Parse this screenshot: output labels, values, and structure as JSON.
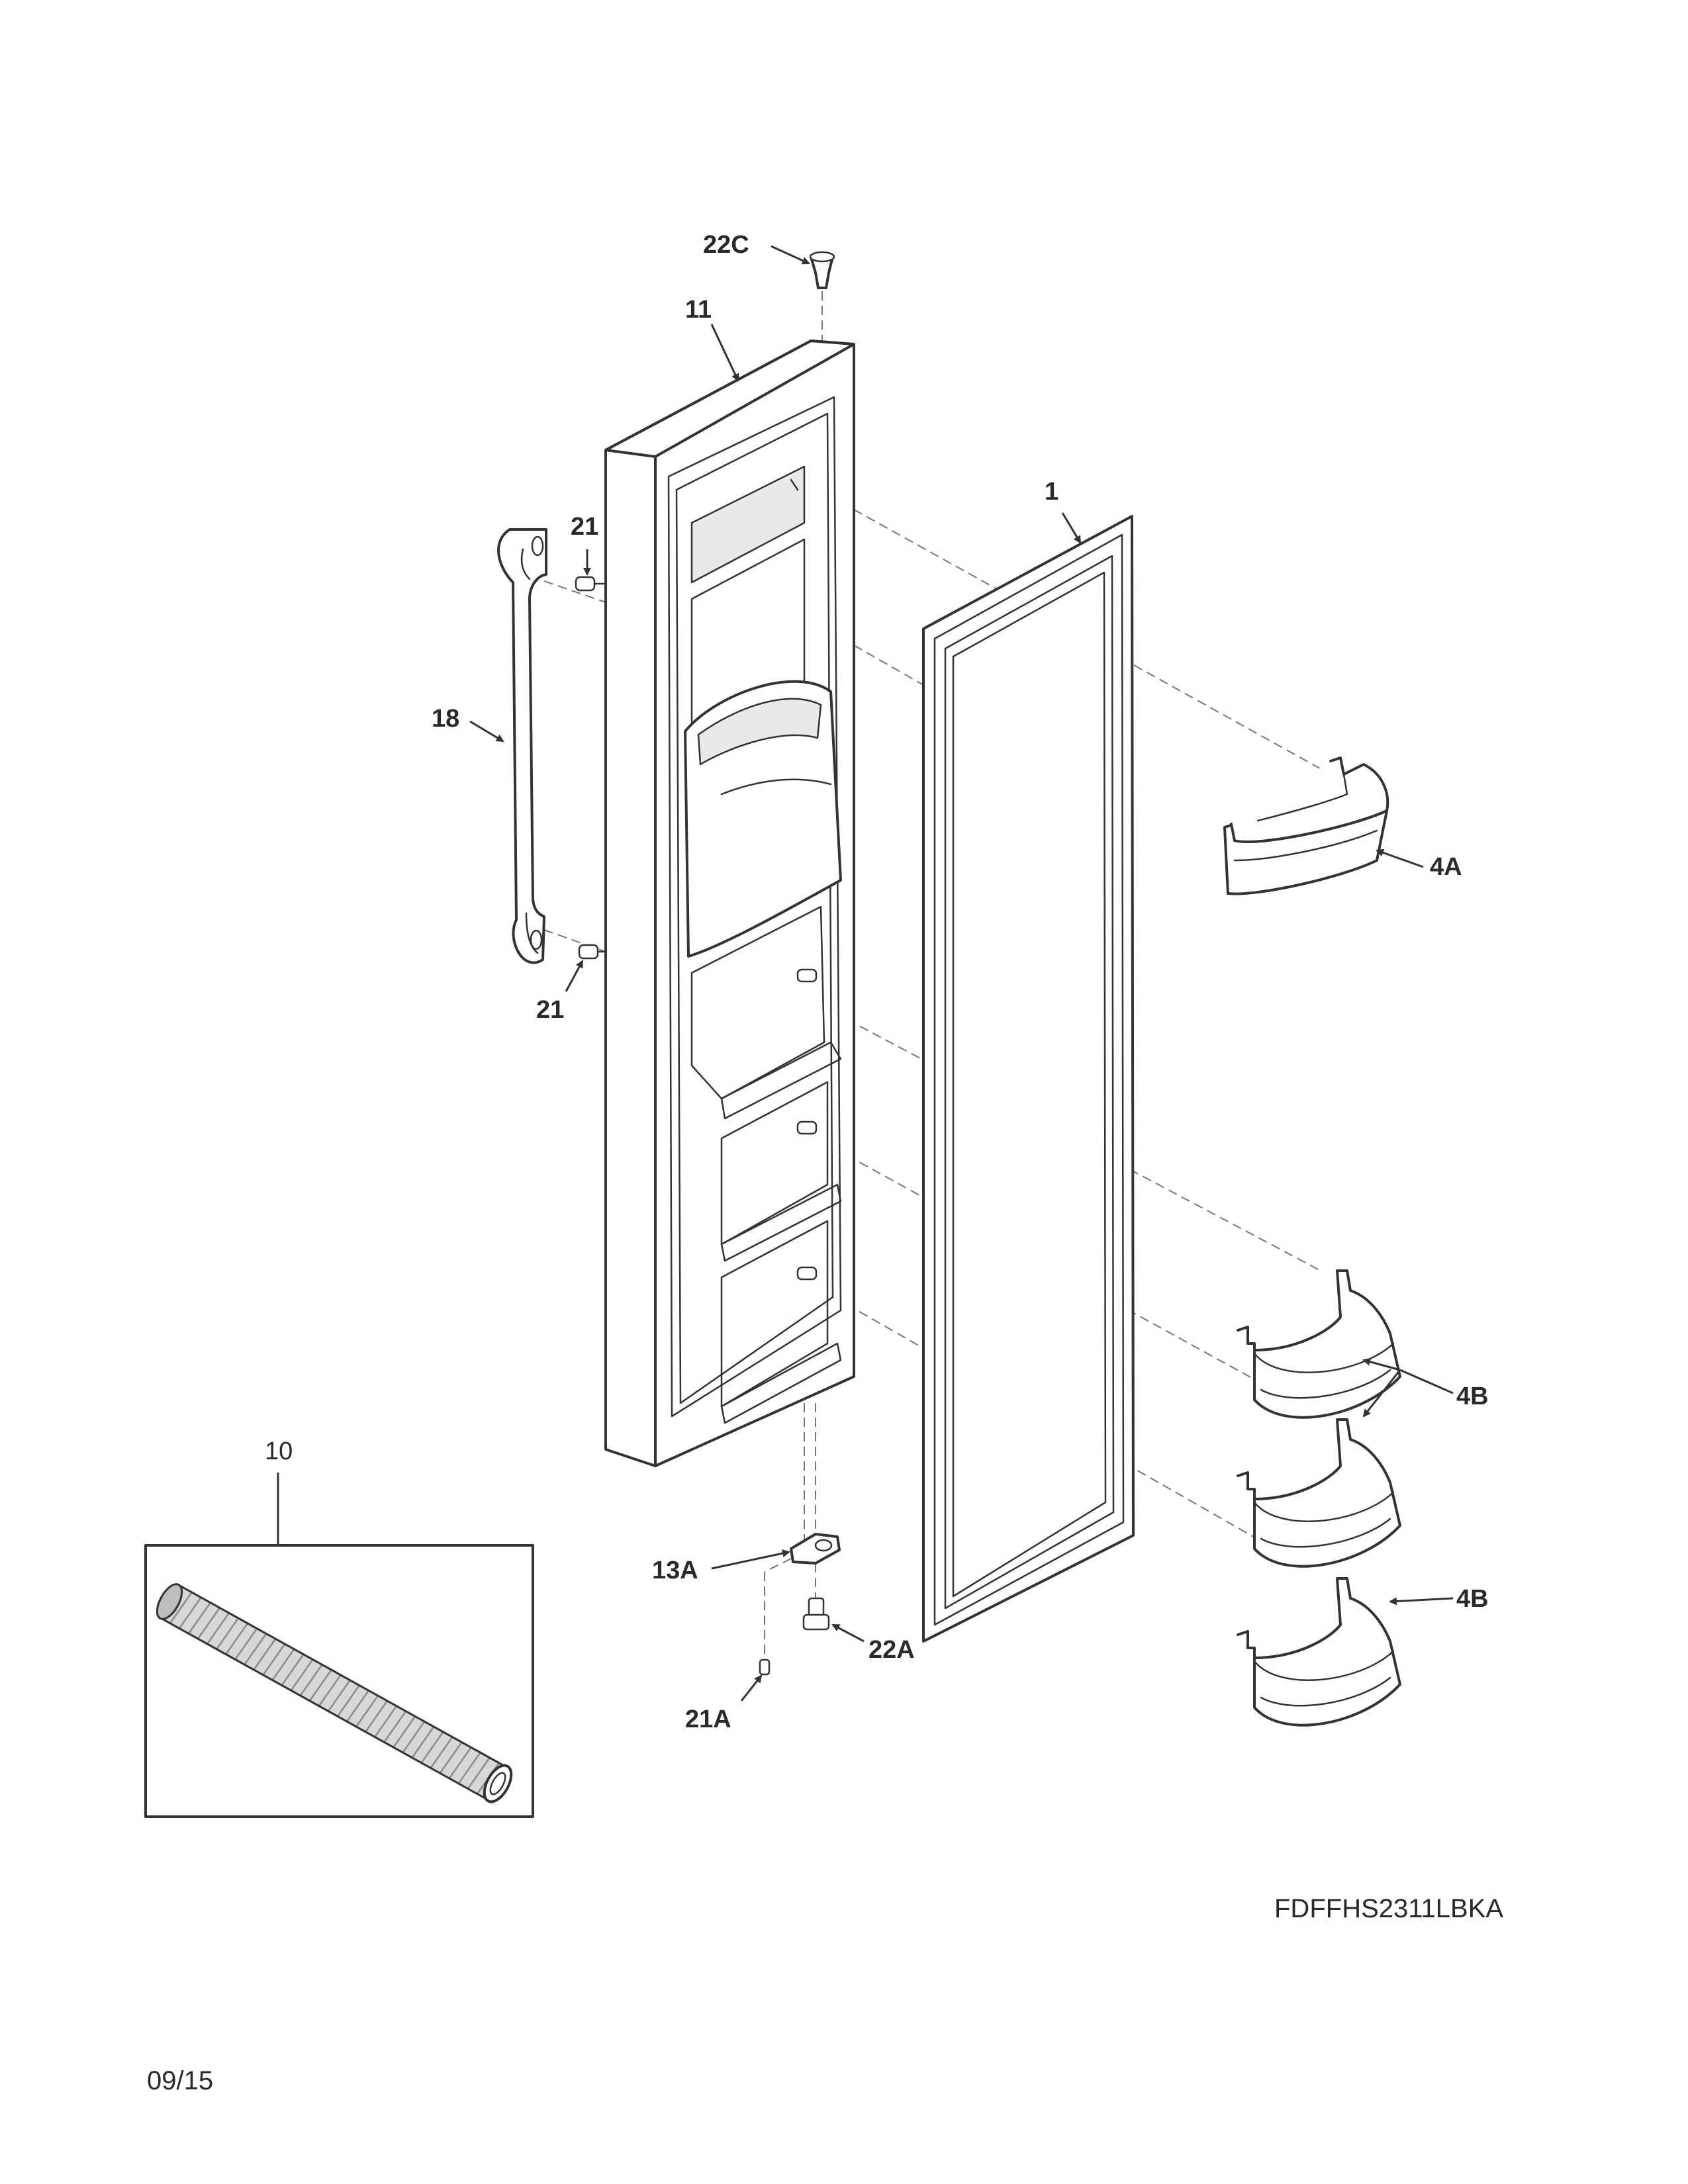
{
  "labels": {
    "l22c": "22C",
    "l11": "11",
    "l1": "1",
    "l21_top": "21",
    "l18": "18",
    "l21_bottom": "21",
    "l4a": "4A",
    "l4b_pair": "4B",
    "l4b_single": "4B",
    "l10": "10",
    "l13a": "13A",
    "l22a": "22A",
    "l21a": "21A"
  },
  "footer": {
    "model": "FDFFHS2311LBKA",
    "date": "09/15"
  }
}
